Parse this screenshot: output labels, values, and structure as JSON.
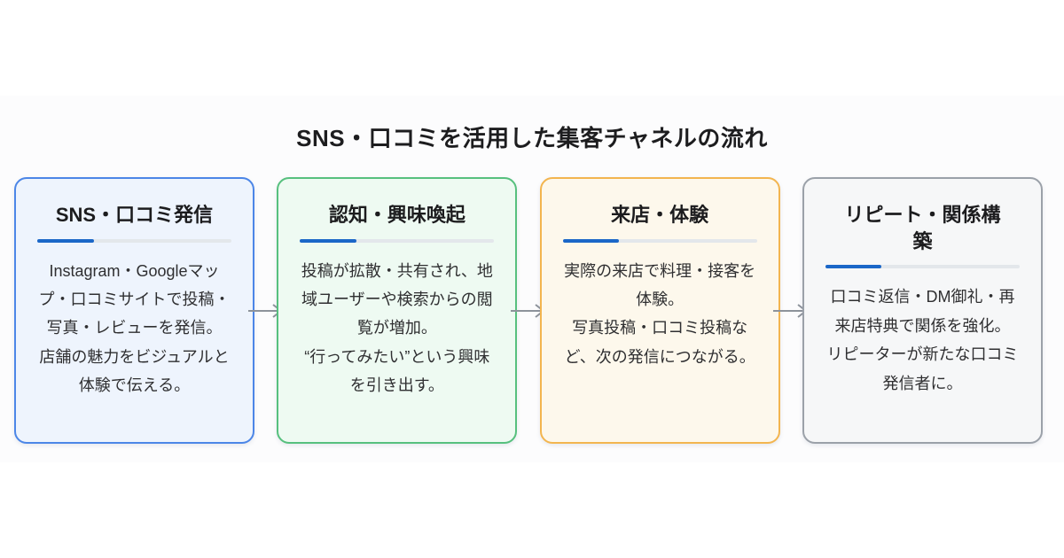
{
  "page": {
    "title": "SNS・口コミを活用した集客チャネルの流れ"
  },
  "flow": {
    "steps": [
      {
        "title": "SNS・口コミ発信",
        "body": "Instagram・Googleマップ・口コミサイトで投稿・写真・レビューを発信。\n店舗の魅力をビジュアルと体験で伝える。",
        "card_style": "background:#eef4fd;border-color:#4c86e7"
      },
      {
        "title": "認知・興味喚起",
        "body": "投稿が拡散・共有され、地域ユーザーや検索からの閲覧が増加。\n“行ってみたい”という興味を引き出す。",
        "card_style": "background:#eefaf2;border-color:#57c07e"
      },
      {
        "title": "来店・体験",
        "body": "実際の来店で料理・接客を体験。\n写真投稿・口コミ投稿など、次の発信につながる。",
        "card_style": "background:#fdf8ec;border-color:#f3b54f"
      },
      {
        "title": "リピート・関係構\n築",
        "body": "口コミ返信・DM御礼・再来店特典で関係を強化。\nリピーターが新たな口コミ発信者に。",
        "card_style": "background:#f6f7f8;border-color:#9ba1a9"
      }
    ]
  },
  "colors": {
    "accent_bar": "#1b67c8",
    "bar_track": "#e3e7eb",
    "arrow": "#8d939b",
    "title_text": "#1d1d1f",
    "body_text": "#2f2f31"
  },
  "icons": {
    "arrow": "right-arrow"
  }
}
